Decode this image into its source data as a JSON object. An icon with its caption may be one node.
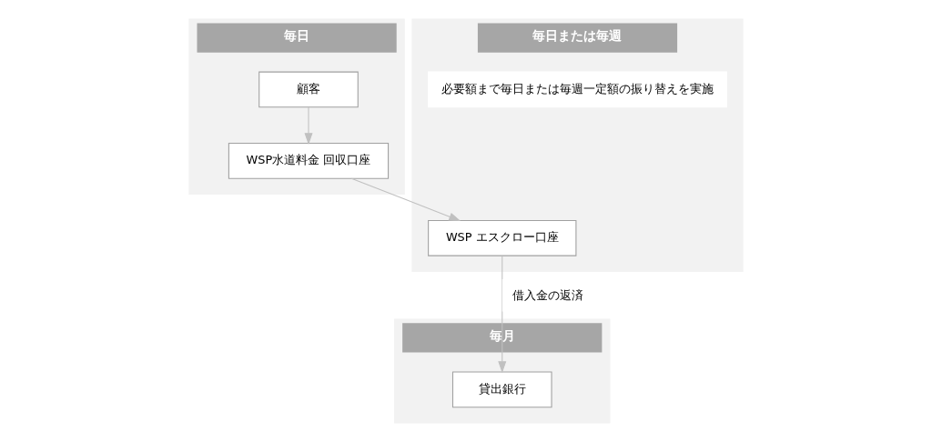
{
  "diagram": {
    "nodes": [
      {
        "text": [
          "毎日"
        ]
      },
      {
        "text": [
          "毎日または毎週"
        ]
      },
      {
        "text": [
          "毎月"
        ]
      },
      {
        "text": [
          "顧客"
        ],
        "in": 0
      },
      {
        "text": [
          "WSP水道料金 回収口座"
        ],
        "in": 0
      },
      {
        "text": [
          "必要額まで毎日または毎週一定額の振り替えを実施"
        ],
        "in": 1
      },
      {
        "text": [
          "WSP エスクロー口座"
        ],
        "in": 1
      },
      {
        "text": [
          "貸出銀行"
        ],
        "in": 2
      }
    ],
    "edges": [
      {
        "from": 3,
        "to": 4,
        "arrow": "to"
      },
      {
        "from": 4,
        "to": 6,
        "arrow": "to"
      },
      {
        "from": 6,
        "to": 7,
        "arrow": "to",
        "label": "借入金の返済"
      }
    ]
  }
}
